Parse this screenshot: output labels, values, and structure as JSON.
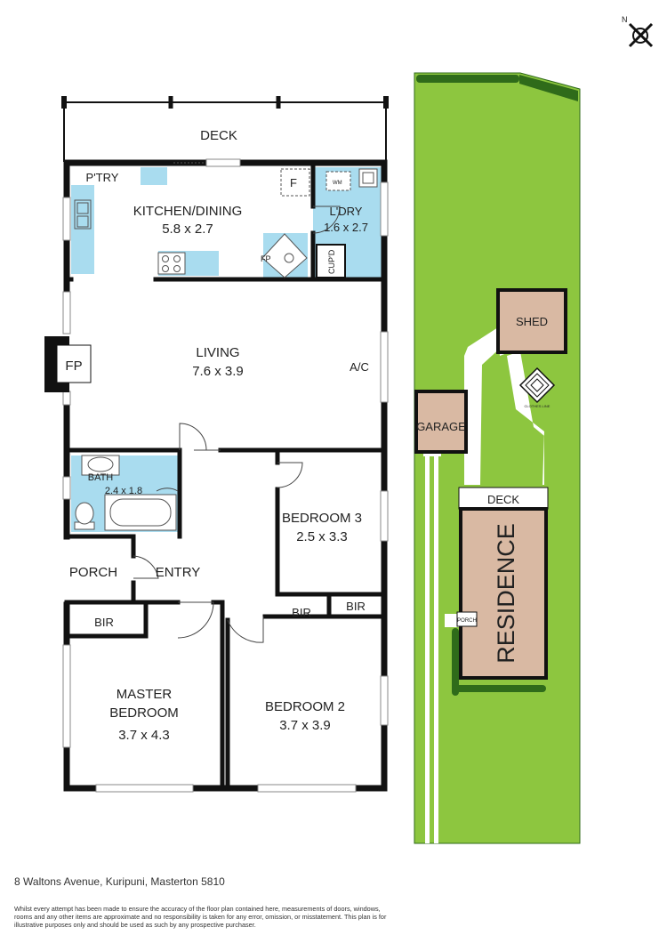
{
  "compass": {
    "north_label": "N"
  },
  "rooms": {
    "deck": {
      "name": "DECK"
    },
    "pantry": {
      "name": "P'TRY"
    },
    "kitchen": {
      "name": "KITCHEN/DINING",
      "size": "5.8 x 2.7"
    },
    "fridge": {
      "name": "F"
    },
    "washing_machine": {
      "name": "WM"
    },
    "laundry": {
      "name": "L'DRY",
      "size": "1.6 x 2.7"
    },
    "kitchen_fireplace": {
      "name": "FP"
    },
    "cupboard": {
      "name": "CUP'D"
    },
    "living": {
      "name": "LIVING",
      "size": "7.6 x 3.9"
    },
    "living_fireplace": {
      "name": "FP"
    },
    "ac": {
      "name": "A/C"
    },
    "bath": {
      "name": "BATH",
      "size": "2.4 x 1.8"
    },
    "bedroom3": {
      "name": "BEDROOM 3",
      "size": "2.5 x 3.3"
    },
    "porch": {
      "name": "PORCH"
    },
    "entry": {
      "name": "ENTRY"
    },
    "bir_master": {
      "name": "BIR"
    },
    "bir_bed2": {
      "name": "BIR"
    },
    "bir_bed3": {
      "name": "BIR"
    },
    "master": {
      "name_line1": "MASTER",
      "name_line2": "BEDROOM",
      "size": "3.7 x 4.3"
    },
    "bedroom2": {
      "name": "BEDROOM 2",
      "size": "3.7 x 3.9"
    }
  },
  "site": {
    "shed": "SHED",
    "garage": "GARAGE",
    "clothes_line": "CLOTHES LINE",
    "deck": "DECK",
    "residence": "RESIDENCE",
    "porch": "PORCH"
  },
  "colors": {
    "wall": "#111111",
    "wet_area": "#a9dcef",
    "lawn": "#8dc63f",
    "building": "#d9b9a3",
    "hedge": "#2f6b1a"
  },
  "footer": {
    "address": "8 Waltons Avenue, Kuripuni, Masterton 5810",
    "disclaimer": "Whilst every attempt has been made to ensure the accuracy of the floor plan contained here, measurements of doors, windows, rooms and any other items are approximate and no responsibility is taken for any error, omission, or misstatement. This plan is for illustrative purposes only and should be used as such by any prospective purchaser."
  }
}
